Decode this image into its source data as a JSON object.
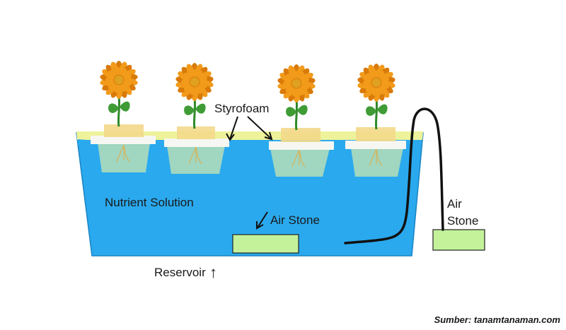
{
  "labels": {
    "styrofoam": "Styrofoam",
    "nutrient_solution": "Nutrient Solution",
    "air_stone_inside": "Air Stone",
    "air_stone_outside_line1": "Air",
    "air_stone_outside_line2": "Stone",
    "reservoir": "Reservoir",
    "reservoir_arrow": "↑"
  },
  "credit": "Sumber: tanamtanaman.com",
  "colors": {
    "water": "#2aa9ee",
    "water_edge": "#1a83c4",
    "foam_layer": "#eef29a",
    "styrofoam": "#f6f7f2",
    "air_stone": "#c4f29a",
    "root_net": "#c9e6b0",
    "petal": "#f29a1a",
    "petal_dark": "#d97a08",
    "flower_center": "#e0a020",
    "stem": "#2f8a2a",
    "leaf": "#3f9c35",
    "tube": "#111111"
  },
  "icons": [
    "flower-icon"
  ]
}
